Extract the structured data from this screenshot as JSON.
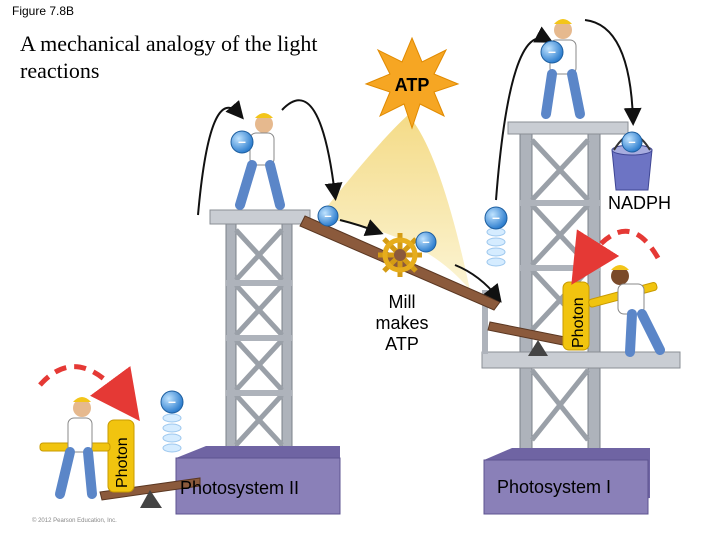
{
  "figure_label": "Figure 7.8B",
  "title": "A mechanical analogy of the light reactions",
  "labels": {
    "atp_star": "ATP",
    "mill_makes_atp": "Mill makes ATP",
    "nadph": "NADPH",
    "photon_left": "Photon",
    "photon_right": "Photon",
    "photosystem_2": "Photosystem II",
    "photosystem_1": "Photosystem I",
    "electron_sign": "–",
    "copyright": "© 2012 Pearson Education, Inc."
  },
  "colors": {
    "tower": "#b9bec6",
    "platform": "#8a80b8",
    "electron": "#3a8fd8",
    "atp_star": "#f6a623",
    "atp_beam": "#f5e6a3",
    "photon": "#f1c40f",
    "dashed_arc": "#e53935",
    "ramp": "#8b5a3c"
  }
}
